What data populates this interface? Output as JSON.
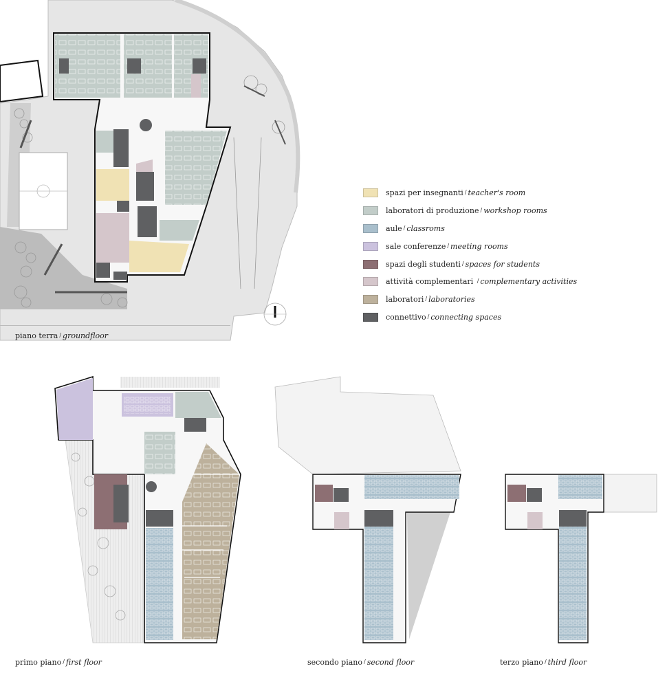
{
  "colors": {
    "teacher": "#f0e2b4",
    "workshop": "#c2cdc9",
    "classroom": "#a9bfcc",
    "meeting": "#cbc2de",
    "students": "#8d6f73",
    "complementary": "#d5c6cb",
    "laboratory": "#bdb19c",
    "connecting": "#5f6062",
    "site": "#e6e6e6",
    "site_dark": "#bcbcbc",
    "corridor": "#f7f7f7"
  },
  "legend": {
    "items": [
      {
        "key": "teacher",
        "it": "spazi per insegnanti",
        "en": "teacher's room",
        "color": "#f0e2b4"
      },
      {
        "key": "workshop",
        "it": "laboratori di produzione",
        "en": "workshop rooms",
        "color": "#c2cdc9"
      },
      {
        "key": "classroom",
        "it": "aule",
        "en": "classroms",
        "color": "#a9bfcc"
      },
      {
        "key": "meeting",
        "it": "sale conferenze",
        "en": "meeting rooms",
        "color": "#cbc2de"
      },
      {
        "key": "students",
        "it": "spazi degli studenti",
        "en": "spaces for students",
        "color": "#8d6f73"
      },
      {
        "key": "complementary",
        "it": "attività complementari ",
        "en": "complementary activities",
        "color": "#d5c6cb"
      },
      {
        "key": "laboratory",
        "it": "laboratori",
        "en": "laboratories",
        "color": "#bdb19c"
      },
      {
        "key": "connecting",
        "it": "connettivo",
        "en": "connecting spaces",
        "color": "#5f6062"
      }
    ]
  },
  "captions": {
    "ground": {
      "it": "piano terra",
      "en": "groundfloor"
    },
    "first": {
      "it": "primo piano",
      "en": "first floor"
    },
    "second": {
      "it": "secondo piano",
      "en": "second floor"
    },
    "third": {
      "it": "terzo piano",
      "en": "third floor"
    }
  }
}
